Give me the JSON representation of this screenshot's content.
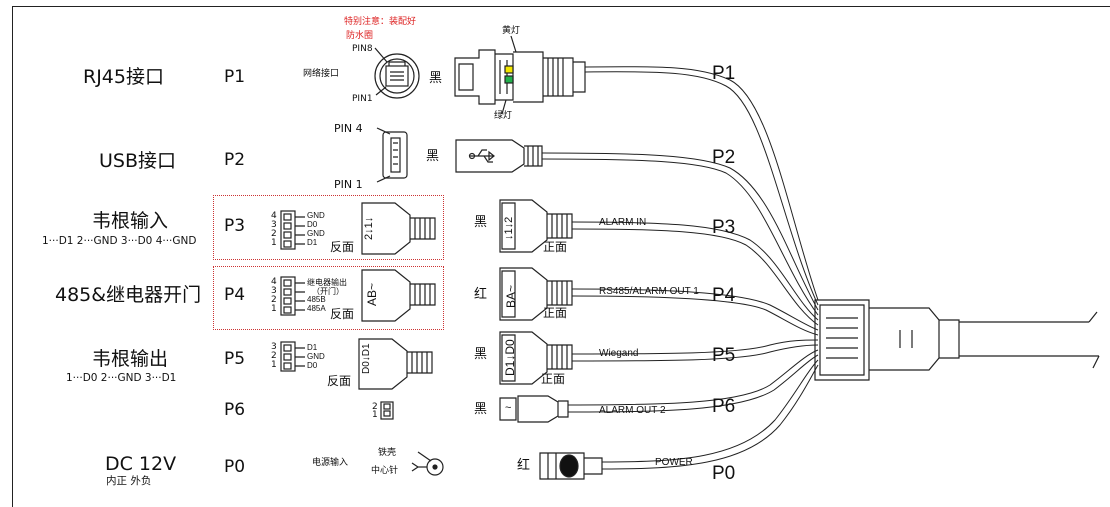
{
  "rows": {
    "rj45": {
      "name": "RJ45接口",
      "code": "P1",
      "port_label": "网络接口",
      "pin_top": "PIN8",
      "pin_bottom": "PIN1",
      "color": "黑",
      "led_yellow": "黄灯",
      "led_green": "绿灯",
      "cable": "P1"
    },
    "usb": {
      "name": "USB接口",
      "code": "P2",
      "pin_top": "PIN 4",
      "pin_bottom": "PIN 1",
      "color": "黑",
      "cable": "P2"
    },
    "wiegand_in": {
      "name": "韦根输入",
      "sub": "1···D1   2···GND   3···D0   4···GND",
      "code": "P3",
      "pins": [
        "4",
        "3",
        "2",
        "1"
      ],
      "pin_names": [
        "GND",
        "D0",
        "GND",
        "D1"
      ],
      "face": "反面",
      "front": "正面",
      "color": "黑",
      "wire": "ALARM IN",
      "cable": "P3"
    },
    "rs485": {
      "name": "485&继电器开门",
      "code": "P4",
      "pins": [
        "4",
        "3",
        "2",
        "1"
      ],
      "pin_names": [
        "继电器输出",
        "（开门）",
        "485B",
        "485A"
      ],
      "face": "反面",
      "front": "正面",
      "color": "红",
      "wire": "RS485/ALARM OUT 1",
      "cable": "P4"
    },
    "wiegand_out": {
      "name": "韦根输出",
      "sub": "1···D0   2···GND   3···D1",
      "code": "P5",
      "pins": [
        "3",
        "2",
        "1"
      ],
      "pin_names": [
        "D1",
        "GND",
        "D0"
      ],
      "face": "反面",
      "front": "正面",
      "color": "黑",
      "wire": "Wiegand",
      "cable": "P5"
    },
    "alarm_out2": {
      "code": "P6",
      "pins": [
        "2",
        "1"
      ],
      "color": "黑",
      "wire": "ALARM OUT 2",
      "cable": "P6"
    },
    "dc": {
      "name": "DC 12V",
      "sub": "内正  外负",
      "code": "P0",
      "power_in": "电源输入",
      "shell": "铁壳",
      "center": "中心针",
      "color": "红",
      "wire": "POWER",
      "cable": "P0"
    }
  },
  "notice": {
    "line1": "特别注意：装配好",
    "line2": "防水圈"
  },
  "connector_marks": {
    "p3": "↓1↓2",
    "p3_rev": "2↓1↓",
    "p4": "BA~",
    "p4_rev": "AB~",
    "p5": "D1↓D0",
    "p5_rev": "D0↓D1",
    "p6": "~"
  },
  "colors": {
    "notice_red": "#dd2222",
    "led_yellow": "#f2e600",
    "led_green": "#22b14c",
    "box_red": "#cc3333",
    "line": "#222222"
  }
}
